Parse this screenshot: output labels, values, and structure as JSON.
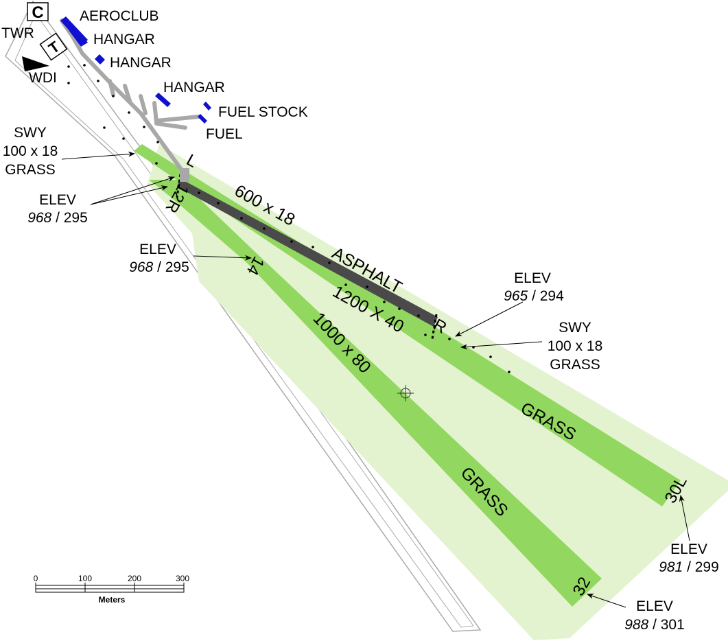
{
  "colors": {
    "apron_area": "#e3f2cf",
    "grass_runway": "#92d75f",
    "asphalt_runway": "#4a4a4a",
    "taxiway": "#a8a8a8",
    "buildings": "#1010d0"
  },
  "facilities": {
    "control_symbol": "C",
    "twr": "TWR",
    "taxi_symbol": "T",
    "wdi": "WDI",
    "aeroclub": "AEROCLUB",
    "hangar_1": "HANGAR",
    "hangar_2": "HANGAR",
    "hangar_3": "HANGAR",
    "fuel_stock": "FUEL STOCK",
    "fuel": "FUEL"
  },
  "runways": {
    "asphalt": {
      "dimensions": "600 x 18",
      "surface": "ASPHALT",
      "end_left": "L",
      "end_right": "R"
    },
    "r12r_30l": {
      "designator_12r": "12R",
      "designator_30l": "30L",
      "dimensions": "1200 X 40",
      "surface": "GRASS"
    },
    "r14_32": {
      "designator_14": "14",
      "designator_32": "32",
      "dimensions": "1000 x 80",
      "surface": "GRASS"
    }
  },
  "callouts": {
    "swy_nw": {
      "line1": "SWY",
      "line2": "100 x 18",
      "line3": "GRASS"
    },
    "swy_se": {
      "line1": "SWY",
      "line2": "100 x 18",
      "line3": "GRASS"
    },
    "elev_12r": {
      "label": "ELEV",
      "feet": "968",
      "sep": " / ",
      "meters": "295"
    },
    "elev_14": {
      "label": "ELEV",
      "feet": "968",
      "sep": " / ",
      "meters": "295"
    },
    "elev_asphalt_r": {
      "label": "ELEV",
      "feet": "965",
      "sep": " / ",
      "meters": "294"
    },
    "elev_30l": {
      "label": "ELEV",
      "feet": "981",
      "sep": " / ",
      "meters": "299"
    },
    "elev_32": {
      "label": "ELEV",
      "feet": "988",
      "sep": " / ",
      "meters": "301"
    }
  },
  "scale_bar": {
    "ticks": [
      "0",
      "100",
      "200",
      "300"
    ],
    "unit": "Meters"
  }
}
